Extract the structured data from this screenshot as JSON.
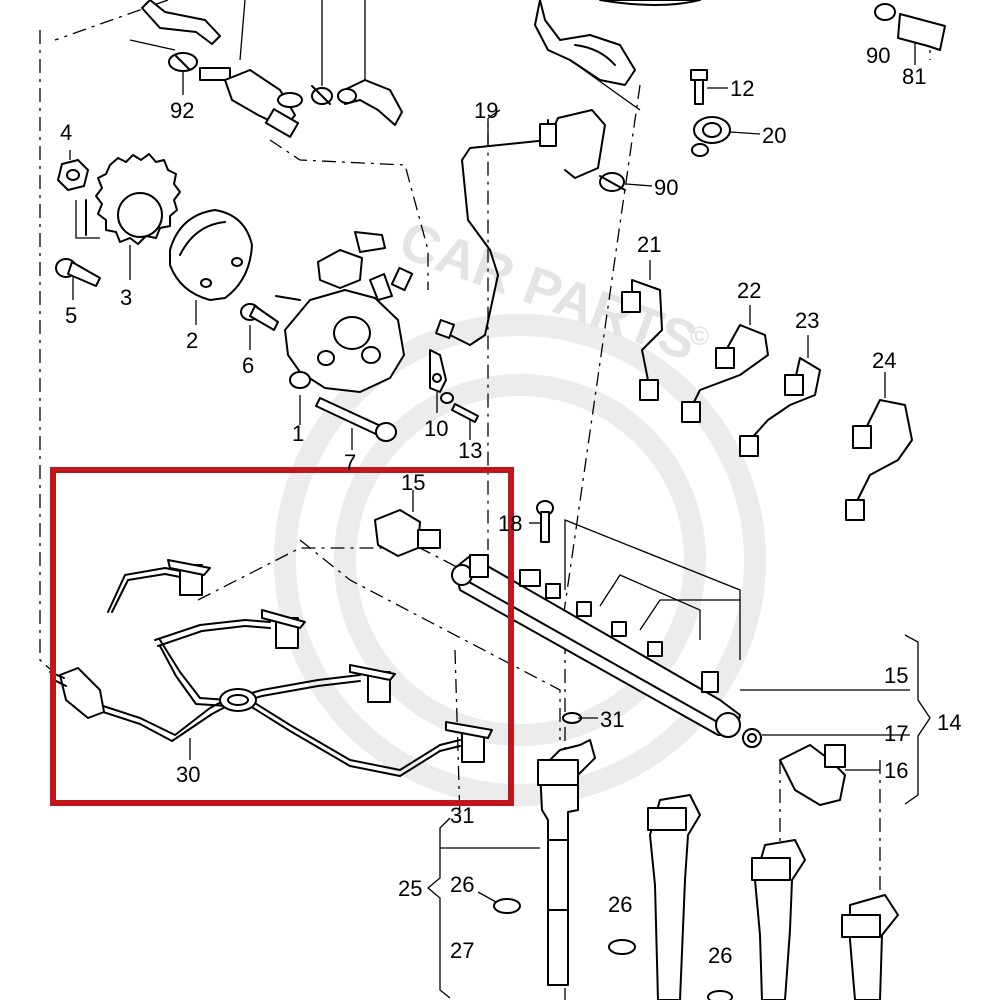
{
  "callouts": {
    "c1": "1",
    "c2": "2",
    "c3": "3",
    "c4": "4",
    "c5": "5",
    "c6": "6",
    "c7": "7",
    "c10": "10",
    "c12": "12",
    "c13": "13",
    "c14": "14",
    "c15a": "15",
    "c15b": "15",
    "c16": "16",
    "c17": "17",
    "c18": "18",
    "c19": "19",
    "c20": "20",
    "c21": "21",
    "c22": "22",
    "c23": "23",
    "c24": "24",
    "c25": "25",
    "c26a": "26",
    "c26b": "26",
    "c26c": "26",
    "c27": "27",
    "c30": "30",
    "c31a": "31",
    "c31b": "31",
    "c81": "81",
    "c90a": "90",
    "c90b": "90",
    "c92": "92"
  },
  "highlight": {
    "color": "#c0161c"
  },
  "watermark": {
    "text": "CAR PARTS",
    "mark": "©"
  }
}
